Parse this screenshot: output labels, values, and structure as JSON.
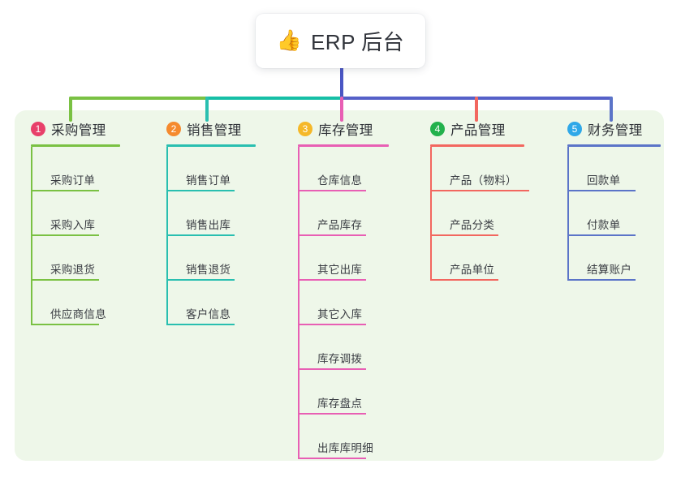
{
  "root": {
    "icon": "thumbs-up-emoji",
    "emoji": "👍",
    "title": "ERP 后台"
  },
  "theme": {
    "page_background": "#ffffff",
    "panel_background": "#eef7e9",
    "card_background": "#ffffff",
    "title_color": "#31343b",
    "leaf_text_color": "#3a3d43"
  },
  "connector": {
    "stem_color": "#4a56c4",
    "segments": [
      {
        "name": "segment-green",
        "color": "#7ac143"
      },
      {
        "name": "segment-teal",
        "color": "#16bfa6"
      },
      {
        "name": "segment-blue",
        "color": "#5560c8"
      }
    ]
  },
  "columns": [
    {
      "index": "1",
      "title": "采购管理",
      "badge_color": "#e8406a",
      "line_color": "#7ac143",
      "items": [
        {
          "label": "采购订单"
        },
        {
          "label": "采购入库"
        },
        {
          "label": "采购退货"
        },
        {
          "label": "供应商信息"
        }
      ]
    },
    {
      "index": "2",
      "title": "销售管理",
      "badge_color": "#f58a2e",
      "line_color": "#29bfb0",
      "items": [
        {
          "label": "销售订单"
        },
        {
          "label": "销售出库"
        },
        {
          "label": "销售退货"
        },
        {
          "label": "客户信息"
        }
      ]
    },
    {
      "index": "3",
      "title": "库存管理",
      "badge_color": "#f5b829",
      "line_color": "#e85fb4",
      "items": [
        {
          "label": "仓库信息"
        },
        {
          "label": "产品库存"
        },
        {
          "label": "其它出库"
        },
        {
          "label": "其它入库"
        },
        {
          "label": "库存调拨"
        },
        {
          "label": "库存盘点"
        },
        {
          "label": "出库库明细"
        }
      ]
    },
    {
      "index": "4",
      "title": "产品管理",
      "badge_color": "#22b14c",
      "line_color": "#f2675f",
      "items": [
        {
          "label": "产品（物料）"
        },
        {
          "label": "产品分类"
        },
        {
          "label": "产品单位"
        }
      ]
    },
    {
      "index": "5",
      "title": "财务管理",
      "badge_color": "#2fa8e8",
      "line_color": "#5b74c8",
      "items": [
        {
          "label": "回款单"
        },
        {
          "label": "付款单"
        },
        {
          "label": "结算账户"
        }
      ]
    }
  ]
}
